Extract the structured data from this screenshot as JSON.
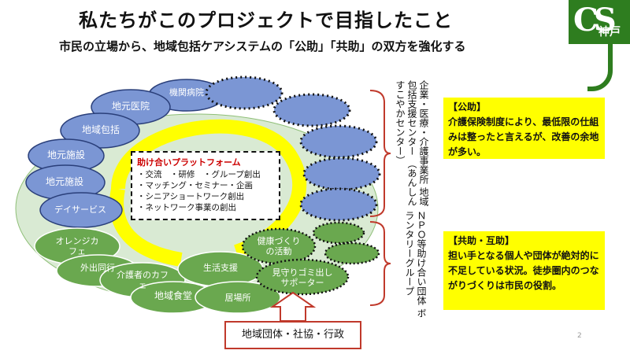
{
  "title": "私たちがこのプロジェクトで目指したこと",
  "subtitle": "市民の立場から、地域包括ケアシステムの「公助」「共助」の双方を強化する",
  "logo": {
    "letters": "CS",
    "city": "神戸"
  },
  "blue_ellipses": [
    "機関病院",
    "地元医院",
    "地域包括",
    "地元施設",
    "地元施設",
    "デイサービス"
  ],
  "green_ellipses": [
    "オレンジカフェ",
    "外出同行",
    "介護者のカフェ",
    "地域食堂",
    "生活支援",
    "居場所",
    "健康づくりの活動",
    "見守りゴミ出しサポーター"
  ],
  "platform": {
    "heading": "助け合いプラットフォーム",
    "lines": [
      "・交流　・研修　・グループ創出",
      "・マッチング・セミナー・企画",
      "・シニアショートワーク創出",
      "・ネットワーク事業の創出"
    ]
  },
  "right_labels": {
    "upper": "企業・医療・介護事業所 地域包括支援センター （あんしんすこやかセンター）",
    "lower": "ＮＰＯ等助け合い団体 ボランタリーグループ"
  },
  "public_box": {
    "heading": "【公助】",
    "body": "介護保険制度により、最低限の仕組みは整ったと言えるが、改善の余地が多い。"
  },
  "mutual_box": {
    "heading": "【共助・互助】",
    "body": "担い手となる個人や団体が絶対的に不足している状況。徒歩圏内のつながりづくりは市民の役割。"
  },
  "bottom_label": "地域団体・社協・行政",
  "page_number": "2",
  "colors": {
    "blue": "#7b96d4",
    "green": "#6aa84f",
    "light_green": "#d9ead3",
    "yellow": "#ffff00",
    "red": "#c0392b"
  }
}
